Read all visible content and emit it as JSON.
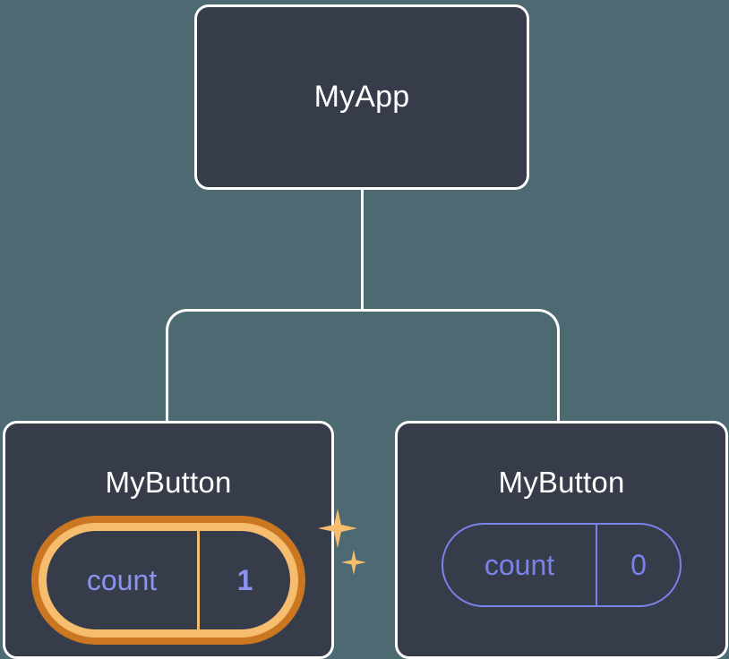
{
  "diagram": {
    "type": "component-tree",
    "background_color": "#4d6a72",
    "node_fill_color": "#363c4a",
    "node_border_color": "#ffffff",
    "connector_color": "#ffffff",
    "highlight_outer_color": "#cb7620",
    "highlight_inner_color": "#f6bd6f",
    "state_text_color": "#7c82ec",
    "state_text_highlight_color": "#8b93f0",
    "sparkle_color": "#f7bd6d"
  },
  "root": {
    "title": "MyApp"
  },
  "children": [
    {
      "title": "MyButton",
      "state": {
        "key": "count",
        "value": "1"
      },
      "highlighted": true,
      "sparkles": [
        "sparkle-large",
        "sparkle-small"
      ]
    },
    {
      "title": "MyButton",
      "state": {
        "key": "count",
        "value": "0"
      },
      "highlighted": false
    }
  ]
}
